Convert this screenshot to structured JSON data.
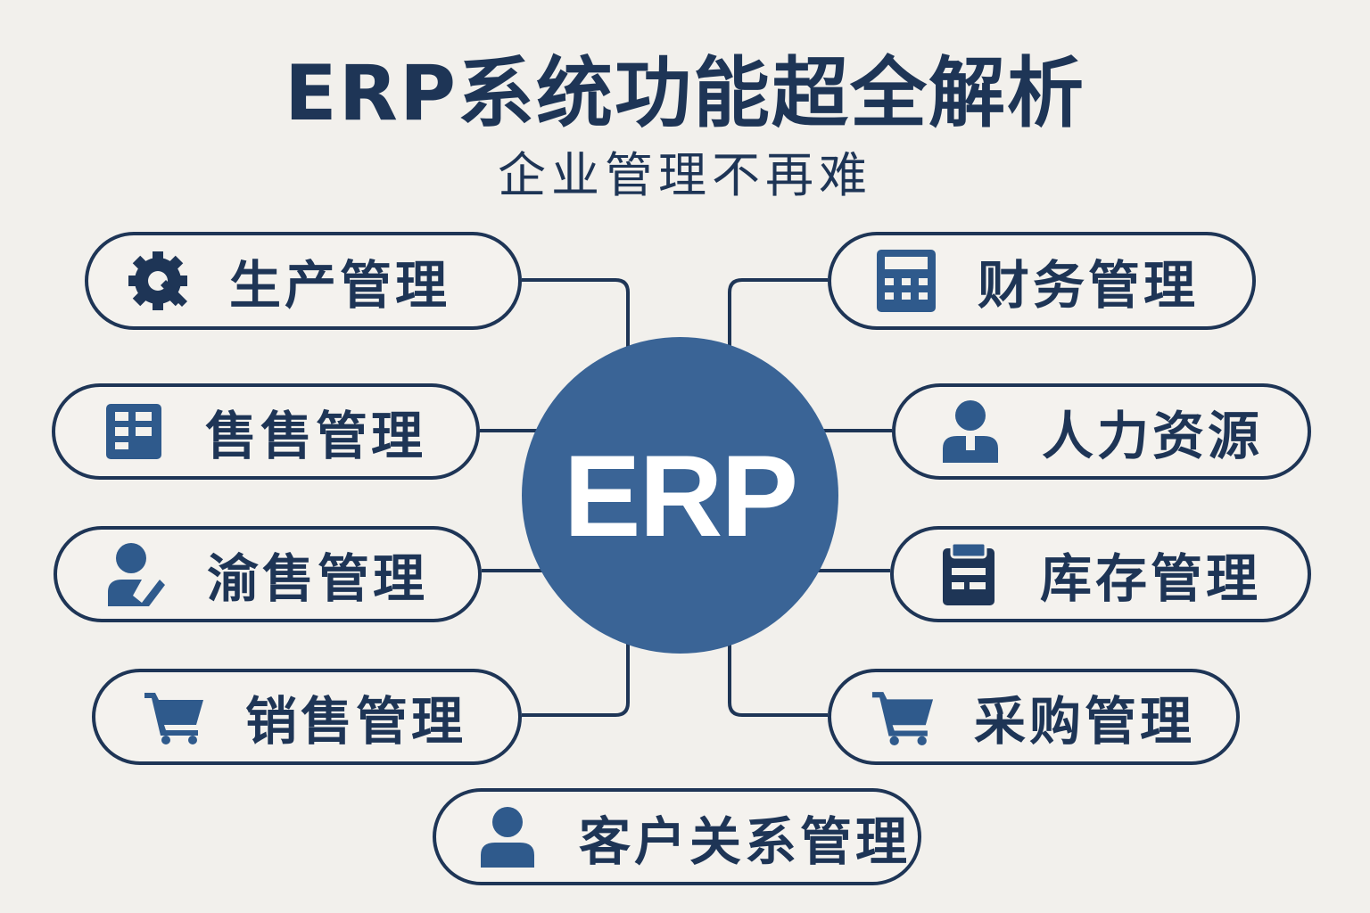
{
  "title": "ERP系统功能超全解析",
  "subtitle": "企业管理不再难",
  "hub": {
    "label": "ERP"
  },
  "colors": {
    "navy": "#1e3556",
    "hub": "#3a6496",
    "icon": "#2f5a8c",
    "background": "#f2f0ec"
  },
  "modules": [
    {
      "label": "生产管理",
      "icon": "gear-wrench-icon"
    },
    {
      "label": "售售管理",
      "icon": "grid-icon"
    },
    {
      "label": "渝售管理",
      "icon": "user-check-icon"
    },
    {
      "label": "销售管理",
      "icon": "cart-icon"
    },
    {
      "label": "财务管理",
      "icon": "calculator-icon"
    },
    {
      "label": "人力资源",
      "icon": "user-tie-icon"
    },
    {
      "label": "库存管理",
      "icon": "clipboard-icon"
    },
    {
      "label": "采购管理",
      "icon": "cart-icon"
    },
    {
      "label": "客户关系管理",
      "icon": "user-icon"
    }
  ]
}
